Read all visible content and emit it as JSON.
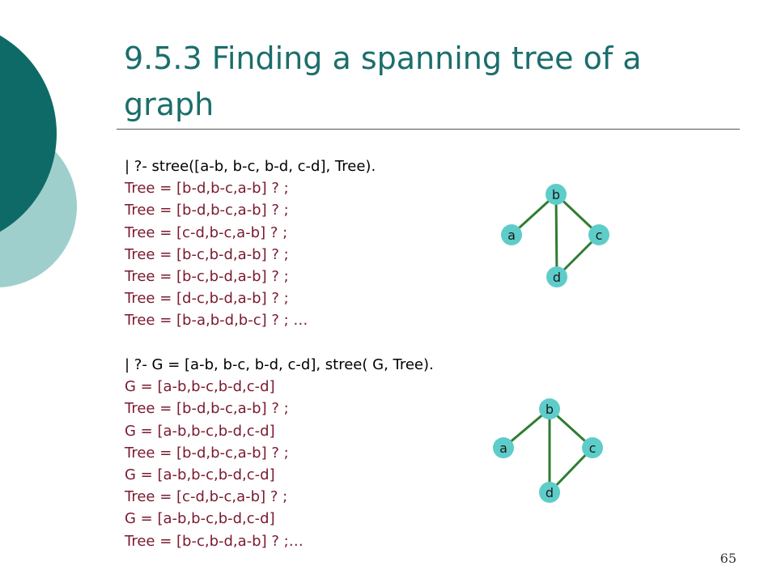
{
  "slide": {
    "title": "9.5.3 Finding a spanning tree of a graph",
    "page_number": "65"
  },
  "colors": {
    "title": "#1b6e6b",
    "answer_text": "#7a1a2e",
    "query_text": "#000000",
    "node_fill": "#5ecdc9",
    "edge_stroke": "#2e7d32",
    "deco_dark": "#0e6a66",
    "deco_light": "#9fcfcc"
  },
  "example1": {
    "lines": [
      {
        "text": "| ?- stree([a-b, b-c, b-d, c-d], Tree).",
        "kind": "query"
      },
      {
        "text": "Tree = [b-d,b-c,a-b] ? ;",
        "kind": "answer"
      },
      {
        "text": "Tree = [b-d,b-c,a-b] ? ;",
        "kind": "answer"
      },
      {
        "text": "Tree = [c-d,b-c,a-b] ? ;",
        "kind": "answer"
      },
      {
        "text": "Tree = [b-c,b-d,a-b] ? ;",
        "kind": "answer"
      },
      {
        "text": "Tree = [b-c,b-d,a-b] ? ;",
        "kind": "answer"
      },
      {
        "text": "Tree = [d-c,b-d,a-b] ? ;",
        "kind": "answer"
      },
      {
        "text": "Tree = [b-a,b-d,b-c] ? ; …",
        "kind": "answer"
      }
    ]
  },
  "example2": {
    "lines": [
      {
        "text": "| ?- G = [a-b, b-c, b-d, c-d], stree( G, Tree).",
        "kind": "query"
      },
      {
        "text": "G = [a-b,b-c,b-d,c-d]",
        "kind": "answer"
      },
      {
        "text": "Tree = [b-d,b-c,a-b] ? ;",
        "kind": "answer"
      },
      {
        "text": "G = [a-b,b-c,b-d,c-d]",
        "kind": "answer"
      },
      {
        "text": "Tree = [b-d,b-c,a-b] ? ;",
        "kind": "answer"
      },
      {
        "text": "G = [a-b,b-c,b-d,c-d]",
        "kind": "answer"
      },
      {
        "text": "Tree = [c-d,b-c,a-b] ? ;",
        "kind": "answer"
      },
      {
        "text": "G = [a-b,b-c,b-d,c-d]",
        "kind": "answer"
      },
      {
        "text": "Tree = [b-c,b-d,a-b] ? ;…",
        "kind": "answer"
      }
    ]
  },
  "graph": {
    "nodes": [
      "b",
      "a",
      "c",
      "d"
    ],
    "edges": [
      [
        "a",
        "b"
      ],
      [
        "b",
        "c"
      ],
      [
        "b",
        "d"
      ],
      [
        "c",
        "d"
      ]
    ]
  }
}
